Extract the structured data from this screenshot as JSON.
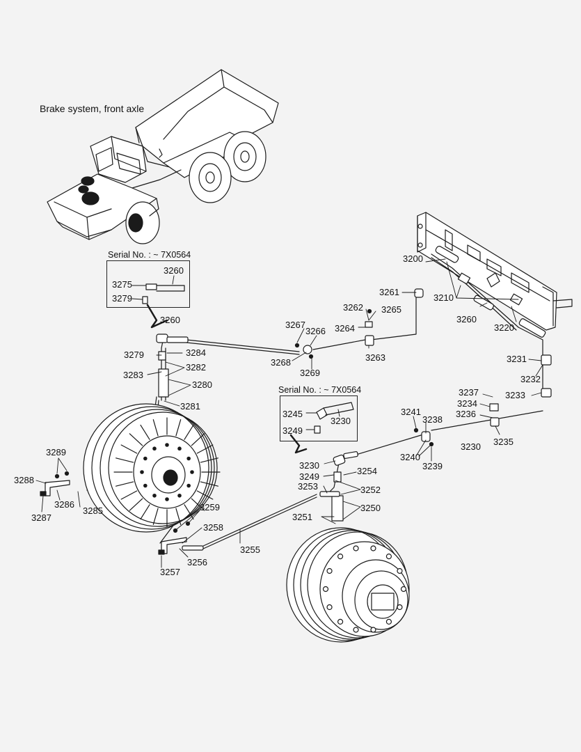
{
  "title": "Brake system, front axle",
  "insets": [
    {
      "caption": "Serial No. : ~ 7X0564"
    },
    {
      "caption": "Serial No. : ~ 7X0564"
    }
  ],
  "labels": [
    "3200",
    "3261",
    "3262",
    "3265",
    "3264",
    "3263",
    "3267",
    "3266",
    "3268",
    "3269",
    "3210",
    "3260",
    "3220",
    "3231",
    "3232",
    "3233",
    "3237",
    "3234",
    "3236",
    "3235",
    "3241",
    "3238",
    "3240",
    "3239",
    "3230",
    "3245",
    "3249",
    "3254",
    "3252",
    "3253",
    "3250",
    "3251",
    "3255",
    "3279",
    "3275",
    "3284",
    "3283",
    "3282",
    "3280",
    "3281",
    "3289",
    "3288",
    "3286",
    "3287",
    "3285",
    "3259",
    "3258",
    "3256",
    "3257"
  ]
}
